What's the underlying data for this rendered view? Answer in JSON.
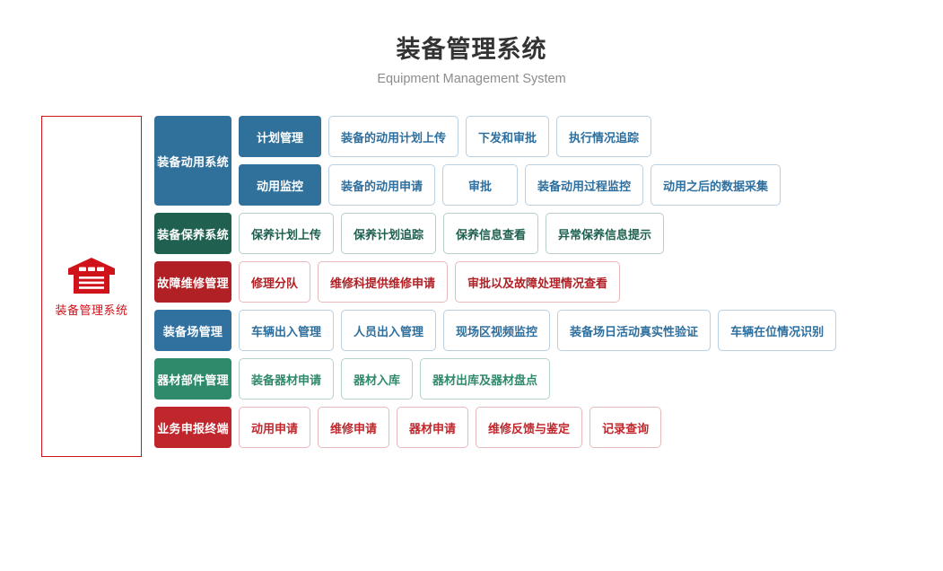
{
  "header": {
    "title": "装备管理系统",
    "subtitle": "Equipment Management System"
  },
  "left_panel": {
    "icon": "warehouse-icon",
    "label": "装备管理系统",
    "border_color": "#d0121b",
    "text_color": "#d0121b"
  },
  "colors": {
    "blue": "#30719c",
    "green": "#1f6050",
    "red": "#b02025",
    "blue2": "#31719f",
    "green2": "#2f8a6c",
    "red2": "#c0272d",
    "leaf_blue_border": "#b9cfe2",
    "title": "#333333",
    "subtitle": "#8c8c8c"
  },
  "rows": [
    {
      "category": "装备动用系统",
      "theme": "blue",
      "subgroups": [
        {
          "label": "计划管理",
          "leaves": [
            "装备的动用计划上传",
            "下发和审批",
            "执行情况追踪"
          ]
        },
        {
          "label": "动用监控",
          "leaves": [
            "装备的动用申请",
            "审批",
            "装备动用过程监控",
            "动用之后的数据采集"
          ]
        }
      ]
    },
    {
      "category": "装备保养系统",
      "theme": "green",
      "leaves": [
        "保养计划上传",
        "保养计划追踪",
        "保养信息查看",
        "异常保养信息提示"
      ]
    },
    {
      "category": "故障维修管理",
      "theme": "red",
      "leaves": [
        "修理分队",
        "维修科提供维修申请",
        "审批以及故障处理情况查看"
      ]
    },
    {
      "category": "装备场管理",
      "theme": "blue",
      "leaves": [
        "车辆出入管理",
        "人员出入管理",
        "现场区视频监控",
        "装备场日活动真实性验证",
        "车辆在位情况识别"
      ]
    },
    {
      "category": "器材部件管理",
      "theme": "green2",
      "leaves": [
        "装备器材申请",
        "器材入库",
        "器材出库及器材盘点"
      ]
    },
    {
      "category": "业务申报终端",
      "theme": "red2",
      "leaves": [
        "动用申请",
        "维修申请",
        "器材申请",
        "维修反馈与鉴定",
        "记录查询"
      ]
    }
  ]
}
